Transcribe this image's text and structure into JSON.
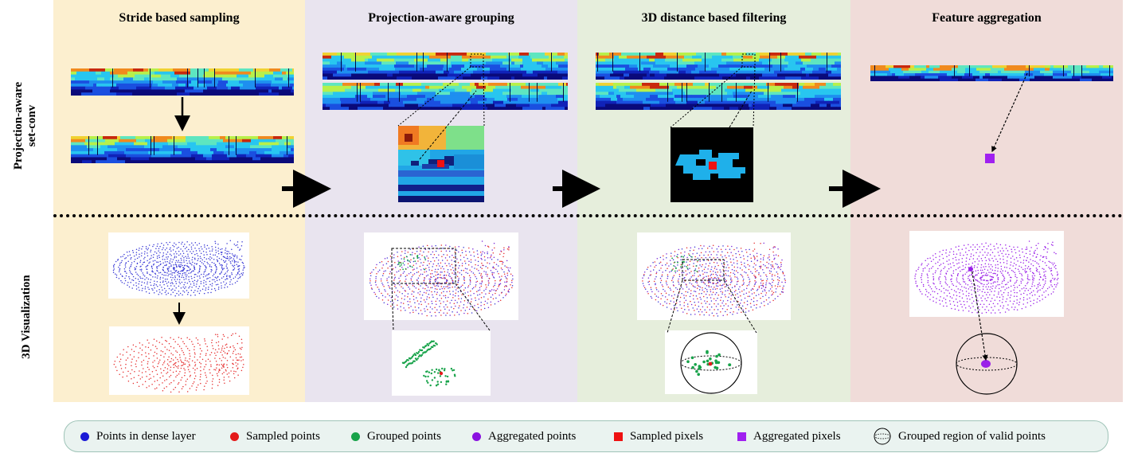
{
  "columns": [
    {
      "title": "Stride based sampling",
      "bg": "#fcefcf"
    },
    {
      "title": "Projection-aware grouping",
      "bg": "#e9e4ef"
    },
    {
      "title": "3D distance based filtering",
      "bg": "#e6eedc"
    },
    {
      "title": "Feature aggregation",
      "bg": "#f0dcd9"
    }
  ],
  "rows": {
    "top_label_line1": "Projection-aware",
    "top_label_line2": "set-conv",
    "bottom_label": "3D Visualization"
  },
  "legend": [
    {
      "label": "Points in dense layer",
      "marker": "circle",
      "color": "#1a1ad6"
    },
    {
      "label": "Sampled points",
      "marker": "circle",
      "color": "#e41a1a"
    },
    {
      "label": "Grouped points",
      "marker": "circle",
      "color": "#18a34a"
    },
    {
      "label": "Aggregated points",
      "marker": "circle",
      "color": "#8a12e0"
    },
    {
      "label": "Sampled pixels",
      "marker": "square",
      "color": "#ee1111"
    },
    {
      "label": "Aggregated pixels",
      "marker": "square",
      "color": "#a020f0"
    },
    {
      "label": "Grouped region of valid points",
      "marker": "sphere",
      "color": "#000000"
    }
  ],
  "colors": {
    "dense": "#2b2bd9",
    "sampled": "#e41a1a",
    "grouped": "#18a34a",
    "aggregated": "#9a20e8",
    "filter_region": "#1fb0ea",
    "divider": "#000000"
  }
}
